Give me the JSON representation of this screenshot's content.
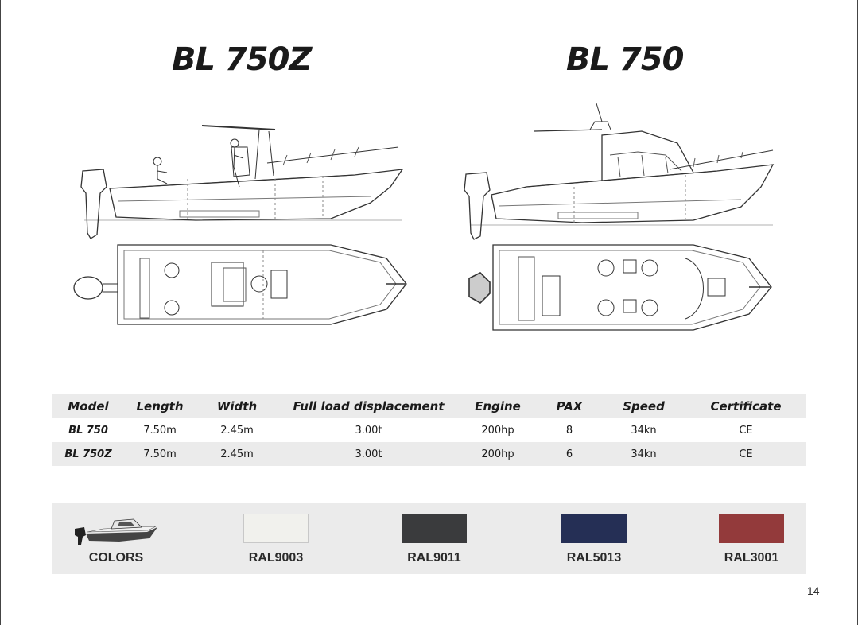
{
  "titles": {
    "left": "BL 750Z",
    "right": "BL 750"
  },
  "table": {
    "headers": [
      "Model",
      "Length",
      "Width",
      "Full load  displacement",
      "Engine",
      "PAX",
      "Speed",
      "Certificate"
    ],
    "rows": [
      [
        "BL 750",
        "7.50m",
        "2.45m",
        "3.00t",
        "200hp",
        "8",
        "34kn",
        "CE"
      ],
      [
        "BL 750Z",
        "7.50m",
        "2.45m",
        "3.00t",
        "200hp",
        "6",
        "34kn",
        "CE"
      ]
    ]
  },
  "colors": {
    "label": "COLORS",
    "swatches": [
      {
        "name": "RAL9003",
        "hex": "#f1f1ed"
      },
      {
        "name": "RAL9011",
        "hex": "#3a3b3d"
      },
      {
        "name": "RAL5013",
        "hex": "#252f55"
      },
      {
        "name": "RAL3001",
        "hex": "#933a3b"
      }
    ]
  },
  "page_number": "14"
}
